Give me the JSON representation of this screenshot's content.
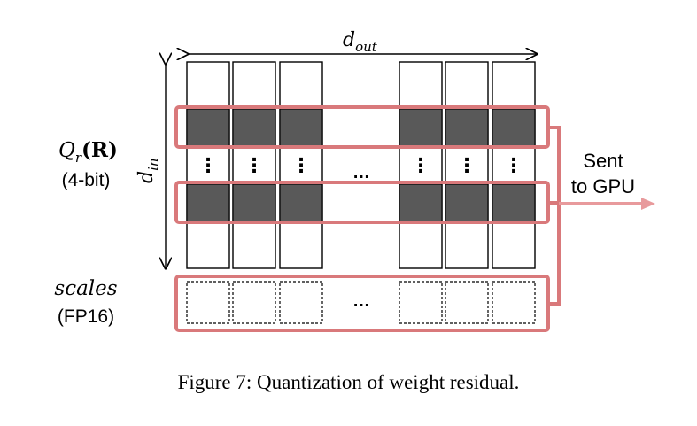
{
  "diagram": {
    "top_label": "d",
    "top_label_sub": "out",
    "side_label": "d",
    "side_label_sub": "in",
    "qr_label_main": "Q",
    "qr_label_sub": "r",
    "qr_label_arg": "(R)",
    "qr_bits": "(4-bit)",
    "scales_label": "scales",
    "scales_precision": "(FP16)",
    "sent_line1": "Sent",
    "sent_line2": "to GPU",
    "vdots": "⋮",
    "hdots": "…",
    "colors": {
      "highlight": "#d9797b",
      "filled_cell": "#595959",
      "outline": "#000000",
      "arrow": "#e89a9c"
    }
  },
  "caption": "Figure 7: Quantization of weight residual."
}
